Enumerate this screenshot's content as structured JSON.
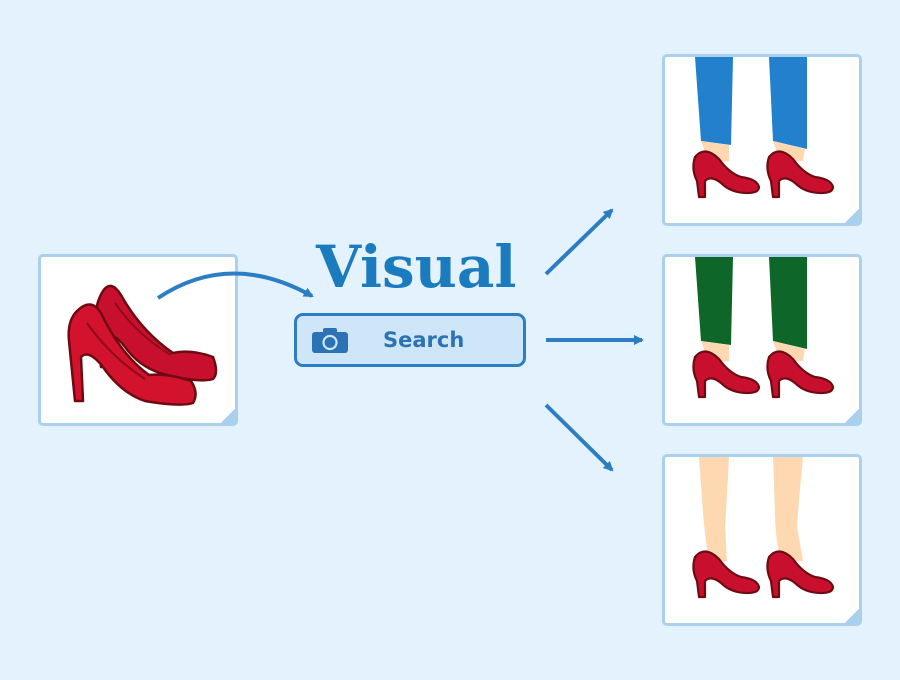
{
  "diagram": {
    "title": "Visual",
    "search_button_label": "Search",
    "icons": {
      "search": "camera-icon",
      "query_item": "red-high-heels-pair",
      "result_item": "legs-wearing-red-heels"
    },
    "results": [
      {
        "leg_style": "blue-trousers"
      },
      {
        "leg_style": "green-trousers"
      },
      {
        "leg_style": "bare-legs"
      }
    ],
    "colors": {
      "background": "#e3f2fc",
      "accent": "#2b7dc4",
      "title": "#1b7bbf",
      "shoe": "#c8102e",
      "shoe_outline": "#6e0a12",
      "blue_trousers": "#2280cc",
      "green_trousers": "#0e6728",
      "skin": "#fed8b0"
    }
  }
}
